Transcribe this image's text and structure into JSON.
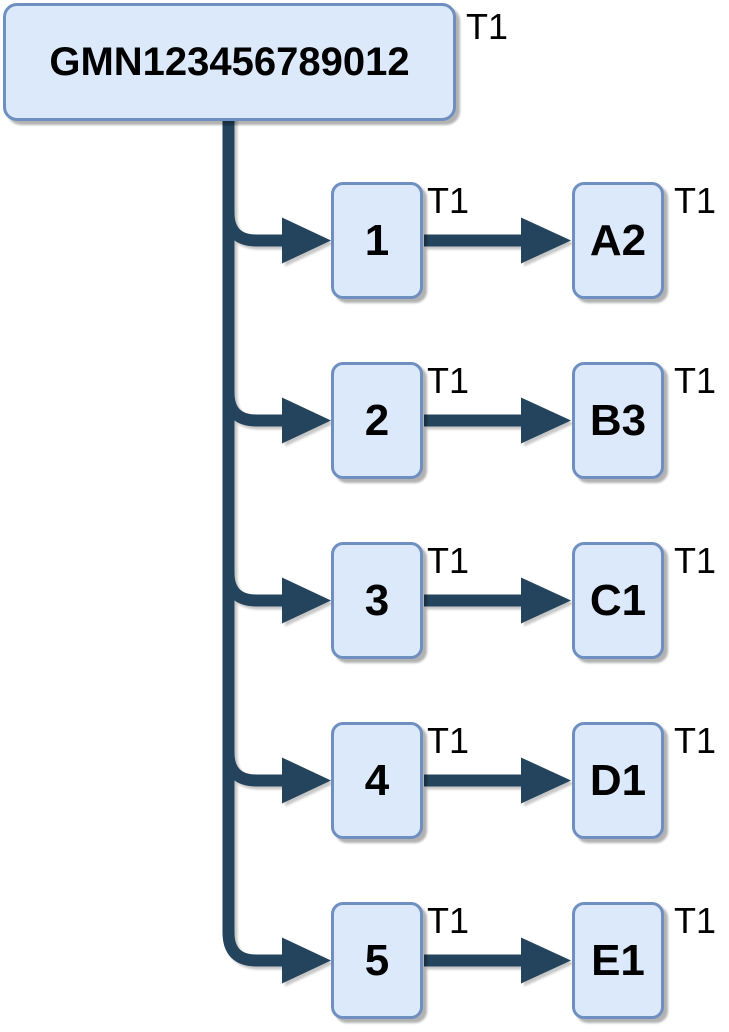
{
  "diagram": {
    "root": {
      "label": "GMN123456789012",
      "tag": "T1"
    },
    "rows": [
      {
        "source": "1",
        "source_tag": "T1",
        "target": "A2",
        "target_tag": "T1"
      },
      {
        "source": "2",
        "source_tag": "T1",
        "target": "B3",
        "target_tag": "T1"
      },
      {
        "source": "3",
        "source_tag": "T1",
        "target": "C1",
        "target_tag": "T1"
      },
      {
        "source": "4",
        "source_tag": "T1",
        "target": "D1",
        "target_tag": "T1"
      },
      {
        "source": "5",
        "source_tag": "T1",
        "target": "E1",
        "target_tag": "T1"
      }
    ],
    "colors": {
      "background": "#ffffff",
      "node_fill": "#dbe9fb",
      "node_border": "#6e8fc0",
      "edge": "#23445c",
      "label_text": "#000000"
    }
  }
}
